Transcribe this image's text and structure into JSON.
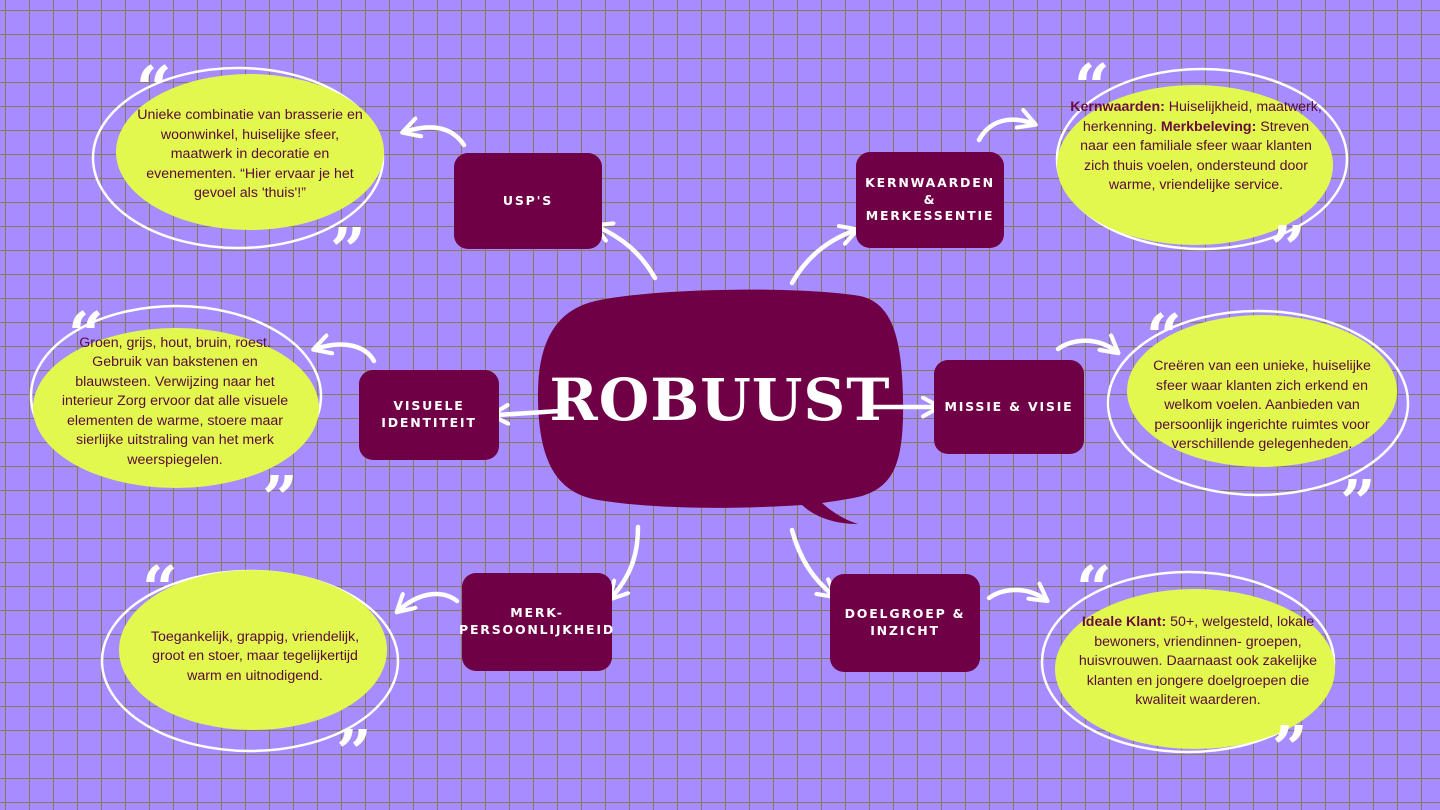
{
  "center": {
    "title": "ROBUUST"
  },
  "topics": {
    "usps": "USP'S",
    "kernwaarden_line1": "KERNWAARDEN &",
    "kernwaarden_line2": "MERKESSENTIE",
    "visueel_line1": "VISUELE",
    "visueel_line2": "IDENTITEIT",
    "missie": "MISSIE & VISIE",
    "persoon_line1": "MERK-",
    "persoon_line2": "PERSOONLIJKHEID",
    "doelgroep_line1": "DOELGROEP &",
    "doelgroep_line2": "INZICHT"
  },
  "descriptions": {
    "usps": "Unieke combinatie van brasserie en woonwinkel, huiselijke sfeer, maatwerk in decoratie en evenementen. “Hier ervaar je het gevoel als 'thuis'!”",
    "kernwaarden_label": "Kernwaarden:",
    "kernwaarden_text": "Huiselijkheid, maatwerk, herkenning.",
    "merkbeleving_label": "Merkbeleving:",
    "merkbeleving_text": "Streven naar een familiale sfeer waar klanten zich thuis voelen, ondersteund door warme, vriendelijke service.",
    "visueel": "Groen, grijs, hout, bruin, roest. Gebruik van bakstenen en blauwsteen.  Verwijzing naar het interieur Zorg ervoor dat alle visuele elementen de warme, stoere maar sierlijke uitstraling van het merk weerspiegelen.",
    "missie": "Creëren van een unieke, huiselijke sfeer waar klanten zich erkend en welkom voelen. Aanbieden van persoonlijk ingerichte ruimtes voor verschillende gelegenheden.",
    "persoon": "Toegankelijk, grappig, vriendelijk, groot en stoer, maar tegelijkertijd warm en uitnodigend.",
    "doelgroep_label": "Ideale Klant:",
    "doelgroep_text": "50+, welgesteld, lokale bewoners, vriendinnen- groepen, huisvrouwen. Daarnaast ook zakelijke klanten en jongere doelgroepen die kwaliteit waarderen."
  },
  "quotes": {
    "open": "“",
    "close": "”"
  },
  "colors": {
    "background": "#a68cff",
    "grid": "#8a7a5c",
    "plum": "#700045",
    "lime": "#e2f84f",
    "text": "#5a0a3c",
    "white": "#ffffff"
  }
}
